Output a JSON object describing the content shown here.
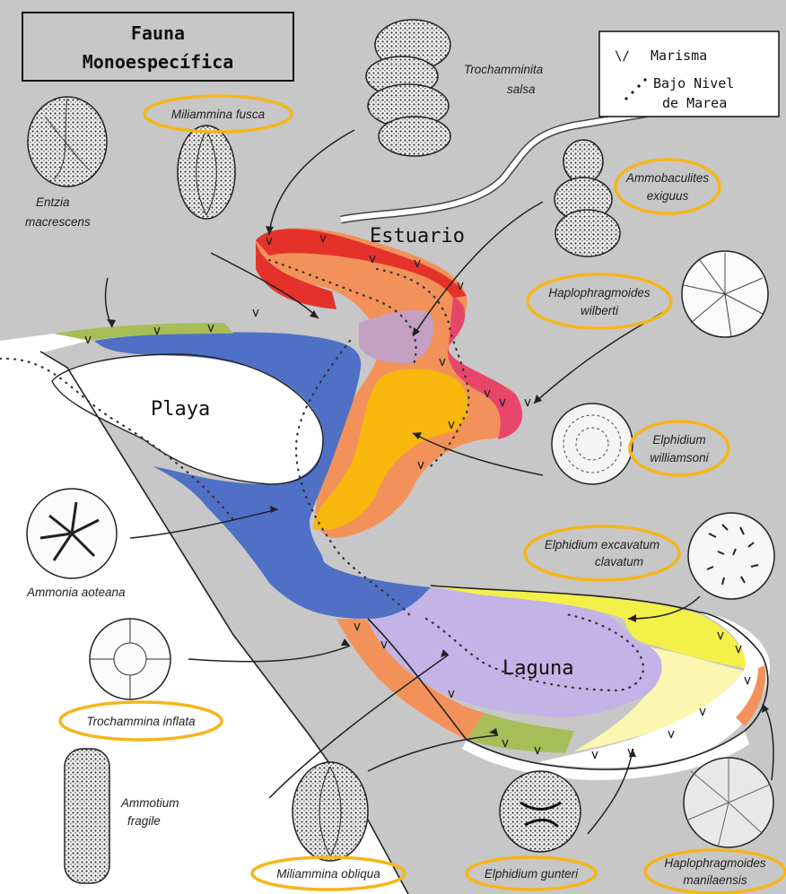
{
  "title": {
    "line1": "Fauna",
    "line2": "Monoespecífica"
  },
  "legend": {
    "marsh_label": "Marisma",
    "marsh_symbol": "\\/",
    "low_tide_label_1": "Bajo Nivel",
    "low_tide_label_2": "de Marea"
  },
  "zones": {
    "estuary": "Estuario",
    "beach": "Playa",
    "lagoon": "Laguna"
  },
  "species": {
    "entzia_1": "Entzia",
    "entzia_2": "macrescens",
    "miliammina_fusca": "Miliammina fusca",
    "trochamminita_1": "Trochamminita",
    "trochamminita_2": "salsa",
    "ammobaculites_1": "Ammobaculites",
    "ammobaculites_2": "exiguus",
    "haplo_wil_1": "Haplophragmoides",
    "haplo_wil_2": "wilberti",
    "elph_will_1": "Elphidium",
    "elph_will_2": "williamsoni",
    "ammonia": "Ammonia aoteana",
    "elph_exc_1": "Elphidium excavatum",
    "elph_exc_2": "clavatum",
    "trochammina_inflata": "Trochammina inflata",
    "ammotium_1": "Ammotium",
    "ammotium_2": "fragile",
    "miliammina_obliqua": "Miliammina obliqua",
    "elph_gunteri": "Elphidium gunteri",
    "haplo_man_1": "Haplophragmoides",
    "haplo_man_2": "manilaensis"
  },
  "colors": {
    "land": "#c7c7c7",
    "water": "#ffffff",
    "marsh_red": "#e4322b",
    "orange": "#f2925a",
    "pink": "#e8456a",
    "blue": "#4f70c5",
    "gold": "#f7b70d",
    "lilac": "#c4a0c2",
    "lavender": "#c3b3e6",
    "yellow": "#f4f04a",
    "pale_yellow": "#fbf6b0",
    "olive": "#a7bd57",
    "highlight": "#f5b61a"
  }
}
